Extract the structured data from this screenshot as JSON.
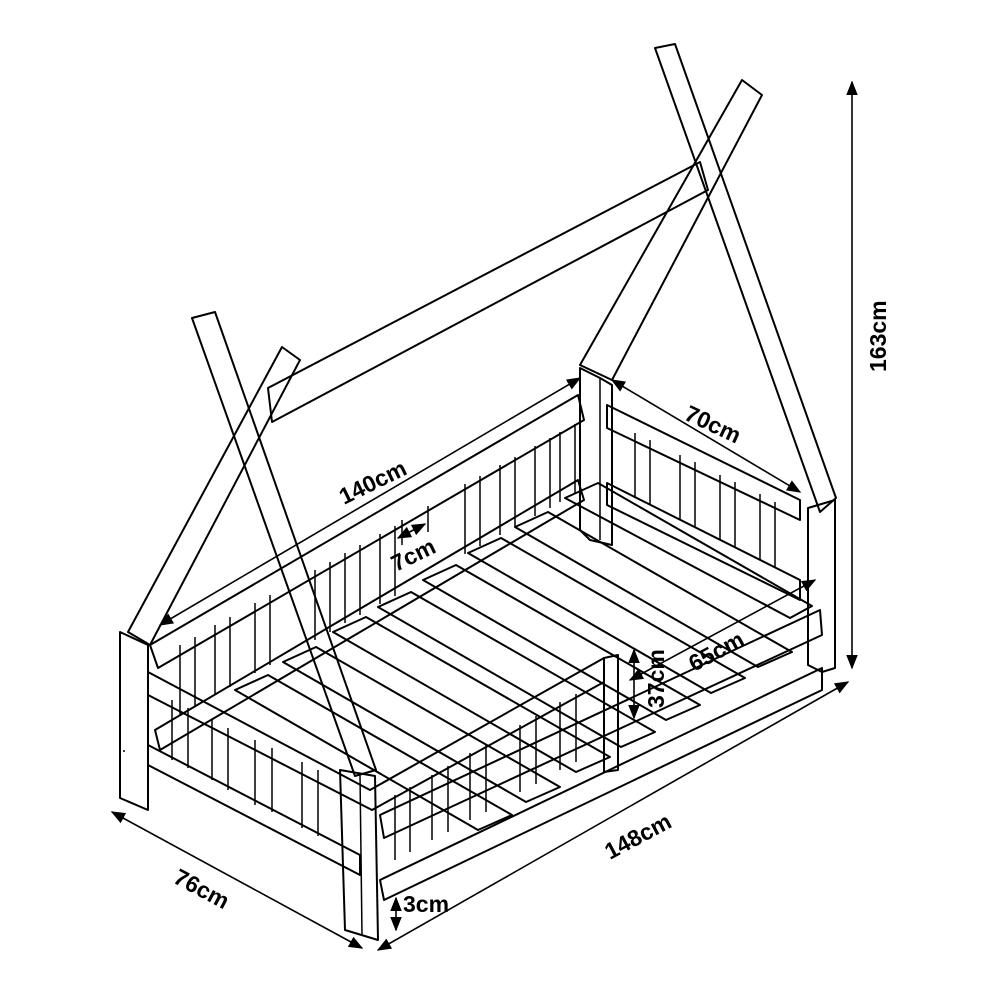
{
  "dimensions": {
    "height": "163cm",
    "roof_side": "70cm",
    "inner_length": "140cm",
    "slat_gap": "7cm",
    "inner_width": "65cm",
    "rail_height": "37cm",
    "outer_length": "148cm",
    "outer_width": "76cm",
    "floor_clearance": "3cm"
  }
}
